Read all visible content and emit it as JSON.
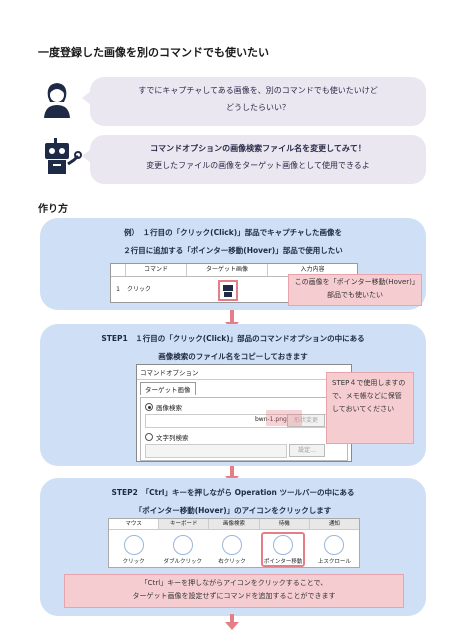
{
  "title": "一度登録した画像を別のコマンドでも使いたい",
  "question": {
    "line1": "すでにキャプチャしてある画像を、別のコマンドでも使いたいけど",
    "line2": "どうしたらいい？"
  },
  "answer": {
    "line1": "コマンドオプションの画像検索ファイル名を変更してみて！",
    "line2": "変更したファイルの画像をターゲット画像として使用できるよ"
  },
  "section_title": "作り方",
  "example": {
    "line1": "例）　１行目の「クリック(Click)」部品でキャプチャした画像を",
    "line2": "２行目に追加する「ポインター移動(Hover)」部品で使用したい",
    "table_headers": [
      "コマンド",
      "ターゲット画像",
      "入力内容"
    ],
    "row_num": "1",
    "row_cmd": "クリック",
    "note": "この画像を「ポインター移動(Hover)」部品でも使いたい"
  },
  "step1": {
    "line1": "STEP1　１行目の「クリック(Click)」部品のコマンドオプションの中にある",
    "line2": "画像検索のファイル名をコピーしておきます",
    "win_title": "コマンドオプション",
    "tab": "ターゲット画像",
    "radio1": "画像検索",
    "filename": "bwn-1.png",
    "filebtn": "形状変更",
    "radio2": "文字列検索",
    "settings_btn": "設定...",
    "note": "STEP４で使用しますので、メモ帳などに保管しておいてください"
  },
  "step2": {
    "line1": "STEP2　「Ctrl」キーを押しながら Operation ツールバーの中にある",
    "line2": "「ポインター移動(Hover)」のアイコンをクリックします",
    "tabs": [
      "マウス",
      "キーボード",
      "画像検索",
      "待機",
      "通知"
    ],
    "tools": [
      "クリック",
      "ダブルクリック",
      "右クリック",
      "ポインター移動",
      "上スクロール"
    ],
    "note_line1": "「Ctrl」キーを押しながらアイコンをクリックすることで、",
    "note_line2": "ターゲット画像を設定せずにコマンドを追加することができます"
  },
  "colors": {
    "accent": "#e57e87",
    "panel": "#cfe0f6",
    "bubble": "#ebe7f0"
  }
}
